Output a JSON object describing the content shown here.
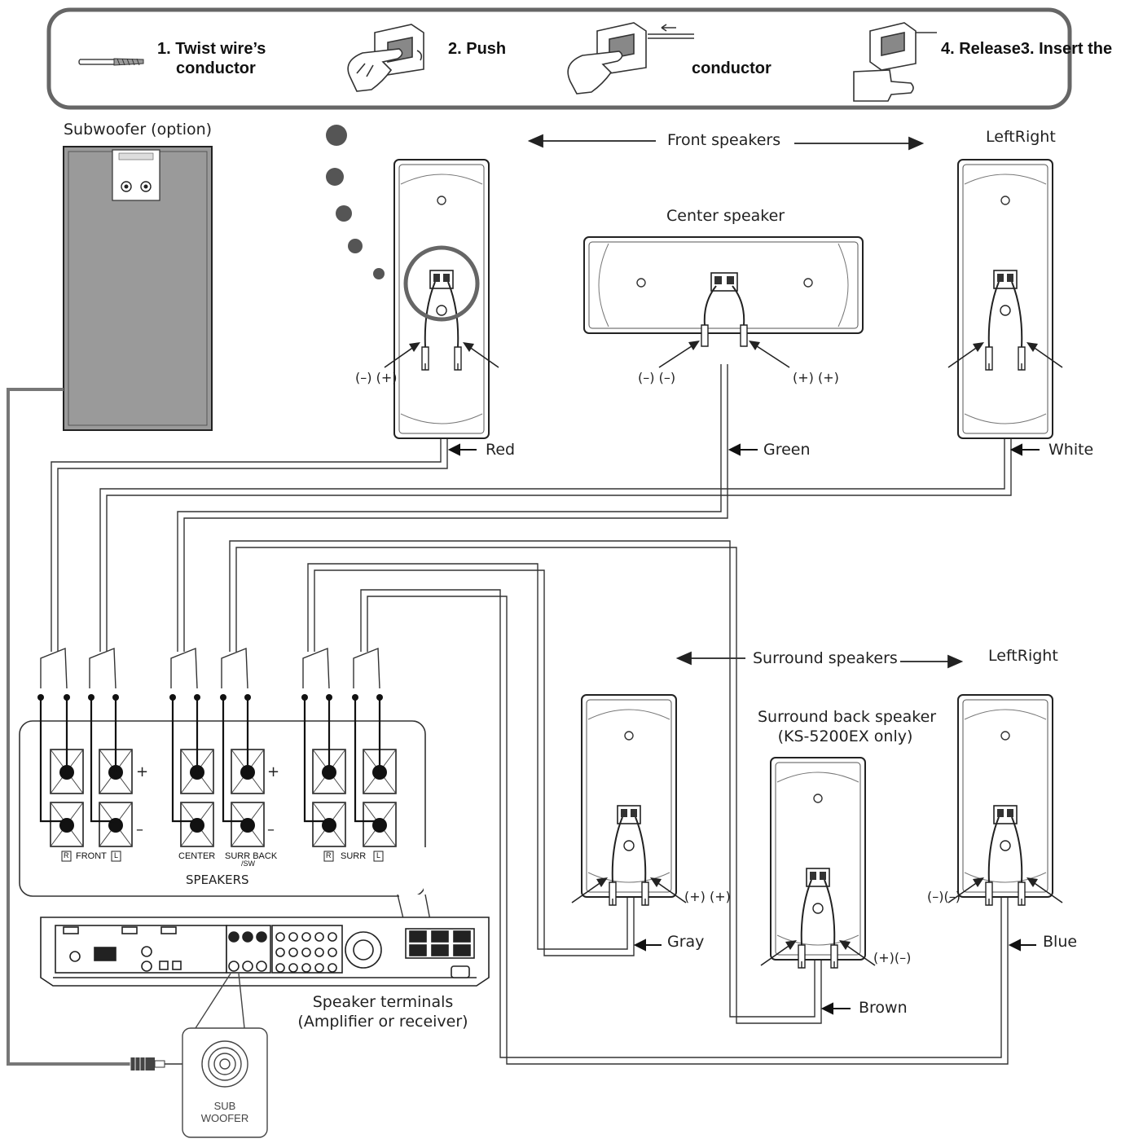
{
  "steps": {
    "step1_line1": "1. Twist wire’s",
    "step1_line2": "conductor",
    "step2": "2. Push",
    "step3_part1": "4. Release",
    "step3_part2": "3. Insert the",
    "step3_line2": "conductor"
  },
  "subwoofer": {
    "title": "Subwoofer (option)"
  },
  "front": {
    "heading": "Front speakers",
    "left_right": "LeftRight",
    "center_title": "Center speaker",
    "left_polarity": "(–) (+)",
    "center_polarity_neg": "(–) (–)",
    "center_polarity_pos": "(+) (+)"
  },
  "surround": {
    "heading": "Surround speakers",
    "left_right": "LeftRight",
    "back_title_line1": "Surround back speaker",
    "back_title_line2": "(KS-5200EX only)",
    "left_polarity": "(+) (+)",
    "back_polarity": "(+)(–)",
    "right_polarity": "(–)(–)"
  },
  "cables": {
    "red": "Red",
    "green": "Green",
    "white": "White",
    "gray": "Gray",
    "brown": "Brown",
    "blue": "Blue"
  },
  "terminal_panel": {
    "plus": "+",
    "minus": "–",
    "front": "FRONT",
    "r": "R",
    "l": "L",
    "center": "CENTER",
    "surr_back": "SURR BACK",
    "sw": "/SW",
    "surr": "SURR",
    "speakers": "SPEAKERS"
  },
  "amplifier": {
    "title_line1": "Speaker terminals",
    "title_line2": "(Amplifier or receiver)"
  },
  "subwoofer_jack": {
    "line1": "SUB",
    "line2": "WOOFER"
  }
}
